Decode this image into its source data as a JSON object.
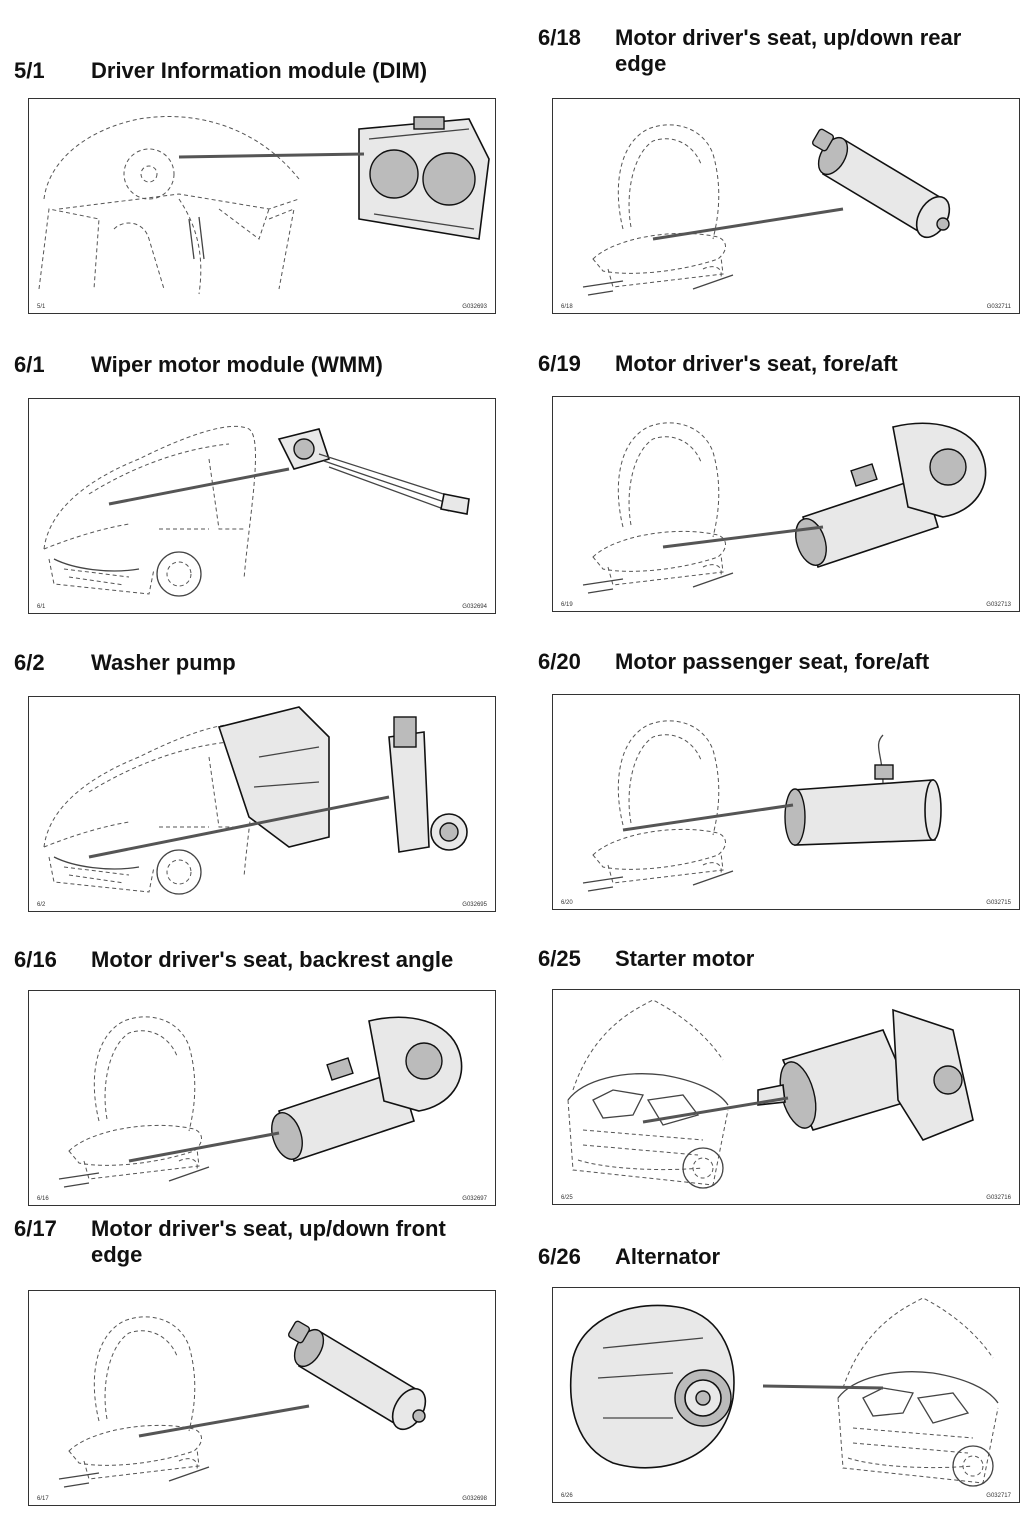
{
  "entries": [
    {
      "num": "5/1",
      "title": "Driver Information module (DIM)",
      "ref": "5/1",
      "code": "G032693",
      "scene": "interior",
      "part": "cluster"
    },
    {
      "num": "6/18",
      "title": "Motor driver's seat, up/down rear edge",
      "ref": "6/18",
      "code": "G032711",
      "scene": "seat",
      "part": "cylinder"
    },
    {
      "num": "6/1",
      "title": "Wiper motor module (WMM)",
      "ref": "6/1",
      "code": "G032694",
      "scene": "car",
      "part": "wiper"
    },
    {
      "num": "6/19",
      "title": "Motor driver's seat, fore/aft",
      "ref": "6/19",
      "code": "G032713",
      "scene": "seat",
      "part": "gearmotor"
    },
    {
      "num": "6/2",
      "title": "Washer pump",
      "ref": "6/2",
      "code": "G032695",
      "scene": "car",
      "part": "pump"
    },
    {
      "num": "6/20",
      "title": "Motor passenger seat, fore/aft",
      "ref": "6/20",
      "code": "G032715",
      "scene": "seat",
      "part": "longmotor"
    },
    {
      "num": "6/16",
      "title": "Motor driver's seat, backrest angle",
      "ref": "6/16",
      "code": "G032697",
      "scene": "seat",
      "part": "gearmotor"
    },
    {
      "num": "6/25",
      "title": "Starter motor",
      "ref": "6/25",
      "code": "G032716",
      "scene": "engine",
      "part": "starter"
    },
    {
      "num": "6/17",
      "title": "Motor driver's seat, up/down front edge",
      "ref": "6/17",
      "code": "G032698",
      "scene": "seat",
      "part": "cylinder"
    },
    {
      "num": "6/26",
      "title": "Alternator",
      "ref": "6/26",
      "code": "G032717",
      "scene": "engine",
      "part": "alternator"
    }
  ]
}
